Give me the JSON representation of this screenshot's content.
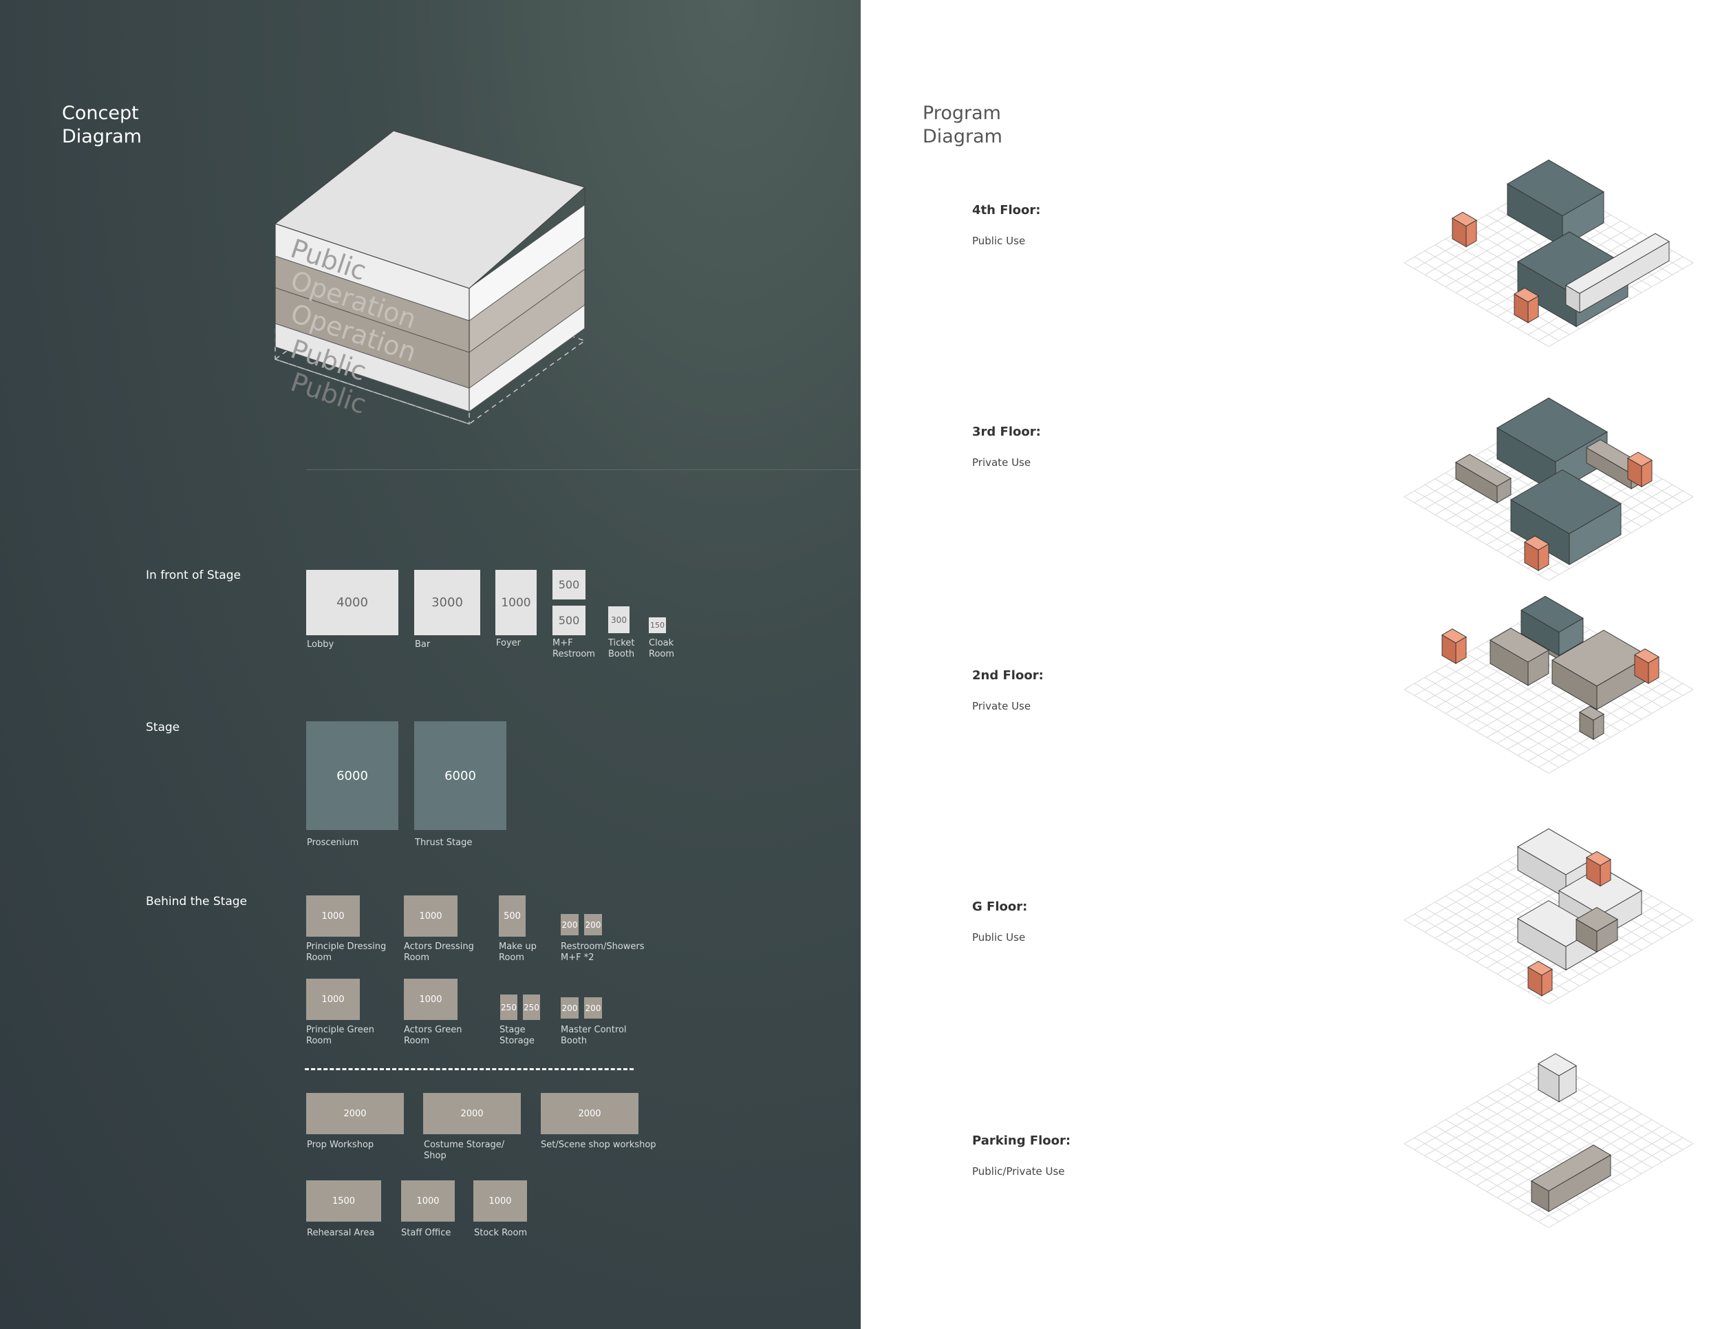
{
  "concept": {
    "title_line1": "Concept",
    "title_line2": "Diagram",
    "layers": [
      "Public",
      "Operation",
      "Operation",
      "Public",
      "Public"
    ]
  },
  "program": {
    "title_line1": "Program",
    "title_line2": "Diagram",
    "floors": [
      {
        "name": "4th Floor:",
        "use": "Public Use"
      },
      {
        "name": "3rd Floor:",
        "use": "Private Use"
      },
      {
        "name": "2nd Floor:",
        "use": "Private Use"
      },
      {
        "name": "G Floor:",
        "use": "Public Use"
      },
      {
        "name": "Parking Floor:",
        "use": "Public/Private Use"
      }
    ]
  },
  "front_of_stage": {
    "label": "In front of Stage",
    "items": [
      {
        "value": "4000",
        "caption": "Lobby"
      },
      {
        "value": "3000",
        "caption": "Bar"
      },
      {
        "value": "1000",
        "caption": "Foyer"
      },
      {
        "value": "500",
        "value2": "500",
        "caption": "M+F\nRestroom"
      },
      {
        "value": "300",
        "caption": "Ticket\nBooth"
      },
      {
        "value": "150",
        "caption": "Cloak\nRoom"
      }
    ]
  },
  "stage": {
    "label": "Stage",
    "items": [
      {
        "value": "6000",
        "caption": "Proscenium"
      },
      {
        "value": "6000",
        "caption": "Thrust Stage"
      }
    ]
  },
  "behind_stage": {
    "label": "Behind the Stage",
    "row1": [
      {
        "value": "1000",
        "caption": "Principle Dressing\nRoom"
      },
      {
        "value": "1000",
        "caption": "Actors Dressing\nRoom"
      },
      {
        "value": "500",
        "caption": "Make up\nRoom"
      },
      {
        "value": "200",
        "value2": "200",
        "caption": "Restroom/Showers\nM+F *2"
      }
    ],
    "row2": [
      {
        "value": "1000",
        "caption": "Principle Green\nRoom"
      },
      {
        "value": "1000",
        "caption": "Actors Green\nRoom"
      },
      {
        "value": "250",
        "value2": "250",
        "caption": "Stage\nStorage"
      },
      {
        "value": "200",
        "value2": "200",
        "caption": "Master Control\nBooth"
      }
    ],
    "row3": [
      {
        "value": "2000",
        "caption": "Prop Workshop"
      },
      {
        "value": "2000",
        "caption": "Costume Storage/\nShop"
      },
      {
        "value": "2000",
        "caption": "Set/Scene shop workshop"
      }
    ],
    "row4": [
      {
        "value": "1500",
        "caption": "Rehearsal Area"
      },
      {
        "value": "1000",
        "caption": "Staff Office"
      },
      {
        "value": "1000",
        "caption": "Stock Room"
      }
    ]
  },
  "colors": {
    "public": "#e4e4e4",
    "stage": "#637679",
    "operation": "#a39d94",
    "circulation": "#e8896a"
  }
}
